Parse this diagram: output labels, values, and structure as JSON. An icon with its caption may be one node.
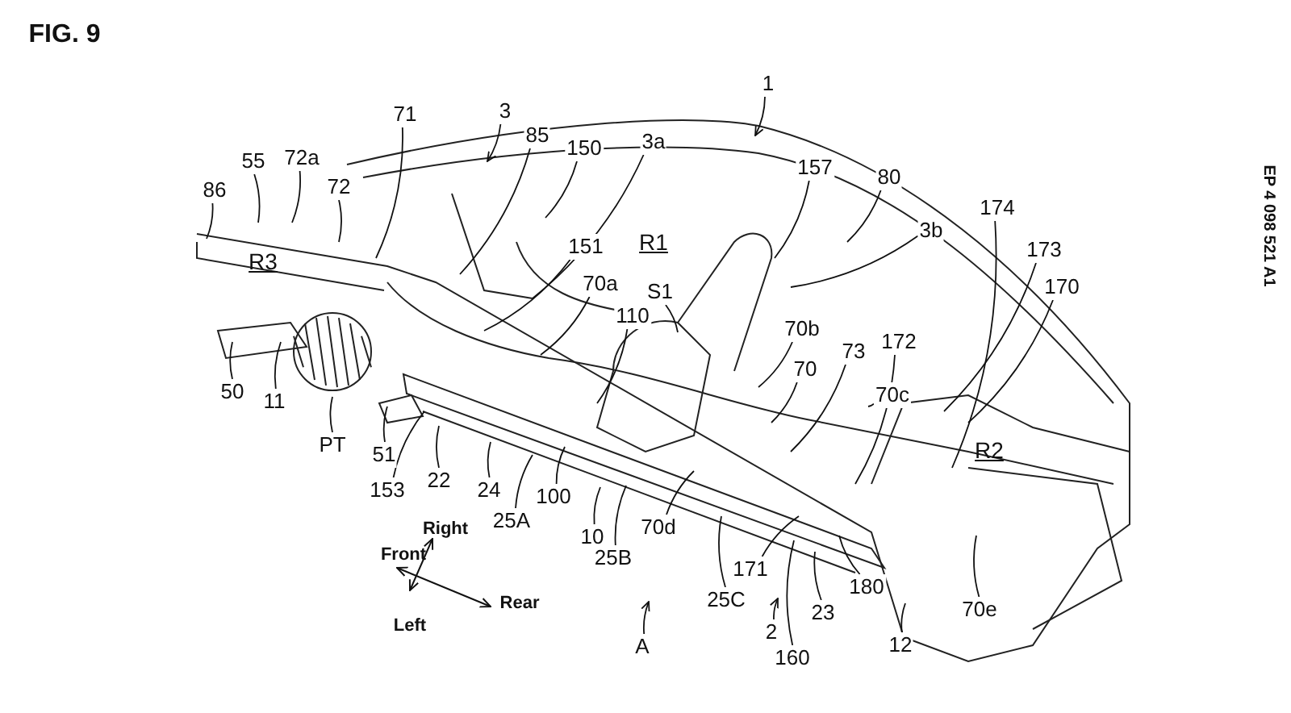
{
  "diagram": {
    "title": "FIG. 9",
    "nodes": [
      {
        "text": [
          "86"
        ]
      },
      {
        "text": [
          "55"
        ]
      },
      {
        "text": [
          "72a"
        ]
      },
      {
        "text": [
          "72"
        ]
      },
      {
        "text": [
          "71"
        ]
      },
      {
        "text": [
          "3"
        ]
      },
      {
        "text": [
          "85"
        ]
      },
      {
        "text": [
          "150"
        ]
      },
      {
        "text": [
          "3a"
        ]
      },
      {
        "text": [
          "1"
        ]
      },
      {
        "text": [
          "157"
        ]
      },
      {
        "text": [
          "80"
        ]
      },
      {
        "text": [
          "3b"
        ]
      },
      {
        "text": [
          "174"
        ]
      },
      {
        "text": [
          "173"
        ]
      },
      {
        "text": [
          "170"
        ]
      },
      {
        "text": [
          "151"
        ]
      },
      {
        "text": [
          "70a"
        ]
      },
      {
        "text": [
          "S1"
        ]
      },
      {
        "text": [
          "110"
        ]
      },
      {
        "text": [
          "70b"
        ]
      },
      {
        "text": [
          "73"
        ]
      },
      {
        "text": [
          "70"
        ]
      },
      {
        "text": [
          "172"
        ]
      },
      {
        "text": [
          "70c"
        ]
      },
      {
        "text": [
          "50"
        ]
      },
      {
        "text": [
          "11"
        ]
      },
      {
        "text": [
          "PT"
        ]
      },
      {
        "text": [
          "51"
        ]
      },
      {
        "text": [
          "153"
        ]
      },
      {
        "text": [
          "22"
        ]
      },
      {
        "text": [
          "24"
        ]
      },
      {
        "text": [
          "100"
        ]
      },
      {
        "text": [
          "25A"
        ]
      },
      {
        "text": [
          "10"
        ]
      },
      {
        "text": [
          "70d"
        ]
      },
      {
        "text": [
          "25B"
        ]
      },
      {
        "text": [
          "A"
        ]
      },
      {
        "text": [
          "25C"
        ]
      },
      {
        "text": [
          "171"
        ]
      },
      {
        "text": [
          "2"
        ]
      },
      {
        "text": [
          "23"
        ]
      },
      {
        "text": [
          "180"
        ]
      },
      {
        "text": [
          "12"
        ]
      },
      {
        "text": [
          "160"
        ]
      },
      {
        "text": [
          "70e"
        ]
      }
    ],
    "edges": [
      {
        "from": 0,
        "to": null,
        "arrow": "none"
      },
      {
        "from": 1,
        "to": null,
        "arrow": "none"
      },
      {
        "from": 2,
        "to": null,
        "arrow": "none"
      },
      {
        "from": 3,
        "to": null,
        "arrow": "none"
      },
      {
        "from": 4,
        "to": null,
        "arrow": "none"
      },
      {
        "from": 5,
        "to": null,
        "arrow": "to"
      },
      {
        "from": 6,
        "to": null,
        "arrow": "none"
      },
      {
        "from": 7,
        "to": null,
        "arrow": "none"
      },
      {
        "from": 8,
        "to": null,
        "arrow": "none"
      },
      {
        "from": 9,
        "to": null,
        "arrow": "to"
      },
      {
        "from": 10,
        "to": null,
        "arrow": "none"
      },
      {
        "from": 11,
        "to": null,
        "arrow": "none"
      },
      {
        "from": 12,
        "to": null,
        "arrow": "none"
      },
      {
        "from": 13,
        "to": null,
        "arrow": "none"
      },
      {
        "from": 14,
        "to": null,
        "arrow": "none"
      },
      {
        "from": 15,
        "to": null,
        "arrow": "none"
      },
      {
        "from": 16,
        "to": null,
        "arrow": "none"
      },
      {
        "from": 17,
        "to": null,
        "arrow": "none"
      },
      {
        "from": 18,
        "to": null,
        "arrow": "none"
      },
      {
        "from": 19,
        "to": null,
        "arrow": "none"
      },
      {
        "from": 20,
        "to": null,
        "arrow": "none"
      },
      {
        "from": 21,
        "to": null,
        "arrow": "none"
      },
      {
        "from": 22,
        "to": null,
        "arrow": "none"
      },
      {
        "from": 23,
        "to": null,
        "arrow": "none"
      },
      {
        "from": 24,
        "to": null,
        "arrow": "none"
      },
      {
        "from": 25,
        "to": null,
        "arrow": "none"
      },
      {
        "from": 26,
        "to": null,
        "arrow": "none"
      },
      {
        "from": 27,
        "to": null,
        "arrow": "none"
      },
      {
        "from": 28,
        "to": null,
        "arrow": "none"
      },
      {
        "from": 29,
        "to": null,
        "arrow": "none"
      },
      {
        "from": 30,
        "to": null,
        "arrow": "none"
      },
      {
        "from": 31,
        "to": null,
        "arrow": "none"
      },
      {
        "from": 32,
        "to": null,
        "arrow": "none"
      },
      {
        "from": 33,
        "to": null,
        "arrow": "none"
      },
      {
        "from": 34,
        "to": null,
        "arrow": "none"
      },
      {
        "from": 35,
        "to": null,
        "arrow": "none"
      },
      {
        "from": 36,
        "to": null,
        "arrow": "none"
      },
      {
        "from": 37,
        "to": null,
        "arrow": "to"
      },
      {
        "from": 38,
        "to": null,
        "arrow": "none"
      },
      {
        "from": 39,
        "to": null,
        "arrow": "none"
      },
      {
        "from": 40,
        "to": null,
        "arrow": "to"
      },
      {
        "from": 41,
        "to": null,
        "arrow": "none"
      },
      {
        "from": 42,
        "to": null,
        "arrow": "none"
      },
      {
        "from": 43,
        "to": null,
        "arrow": "none"
      },
      {
        "from": 44,
        "to": null,
        "arrow": "none"
      },
      {
        "from": 45,
        "to": null,
        "arrow": "none"
      }
    ],
    "labels": [
      "R3",
      "R1",
      "R2",
      "Right",
      "Front",
      "Rear",
      "Left",
      "EP 4 098 521 A1"
    ]
  }
}
